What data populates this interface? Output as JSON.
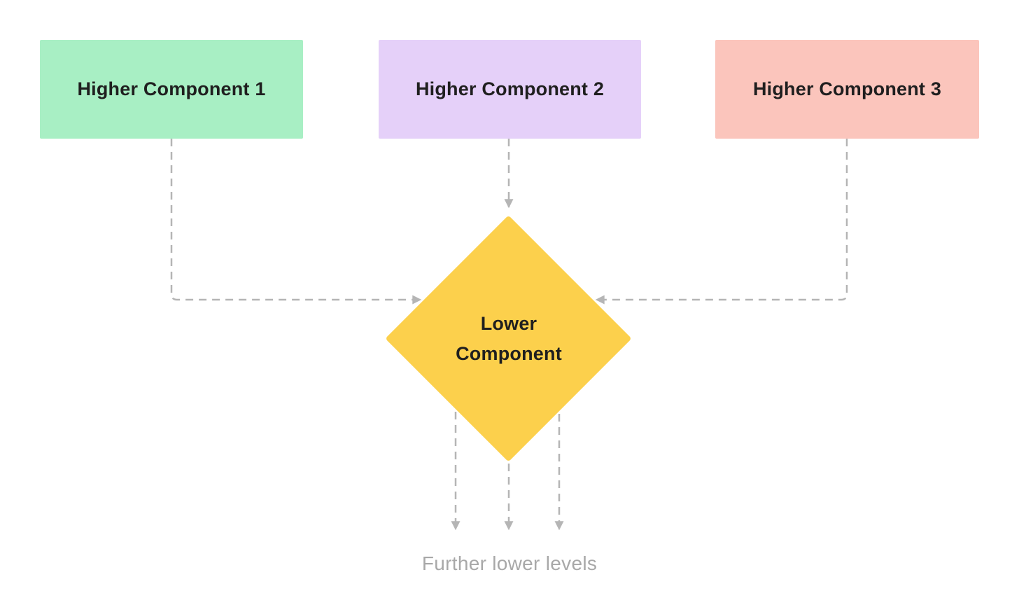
{
  "colors": {
    "background": "#ffffff",
    "node-green": "#a8efc4",
    "node-purple": "#e5d0f9",
    "node-pink": "#fbc5bc",
    "node-yellow": "#fcd04c",
    "node-text": "#1f1f1f",
    "line": "#b5b5b5",
    "caption-text": "#a8a8a8"
  },
  "nodes": {
    "higher1": {
      "label": "Higher Component 1"
    },
    "higher2": {
      "label": "Higher Component 2"
    },
    "higher3": {
      "label": "Higher Component 3"
    },
    "lower": {
      "line1": "Lower",
      "line2": "Component"
    }
  },
  "caption": "Further lower levels"
}
